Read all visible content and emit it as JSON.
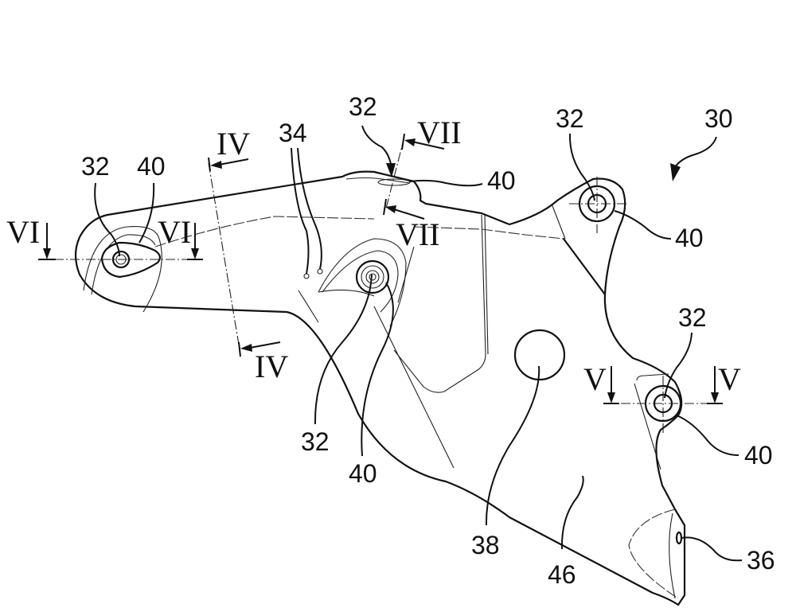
{
  "figure": {
    "assembly_reference": "30",
    "reference_numerals": {
      "top_left_boss": {
        "hole": "32",
        "boss": "40"
      },
      "top_middle_boss": {
        "hole": "32",
        "boss": "40"
      },
      "center_boss": {
        "hole": "32",
        "boss": "40"
      },
      "top_right_boss": {
        "hole": "32",
        "boss": "40"
      },
      "lower_right_boss": {
        "hole": "32",
        "boss": "40"
      },
      "small_holes": "34",
      "end_hole": "36",
      "circle_feature": "38",
      "body_surface": "46"
    },
    "section_markers": {
      "iv_top": "IV",
      "iv_bottom": "IV",
      "v_left": "V",
      "v_right": "V",
      "vi_left": "VI",
      "vi_right": "VI",
      "vii_top": "VII",
      "vii_bottom": "VII"
    }
  }
}
